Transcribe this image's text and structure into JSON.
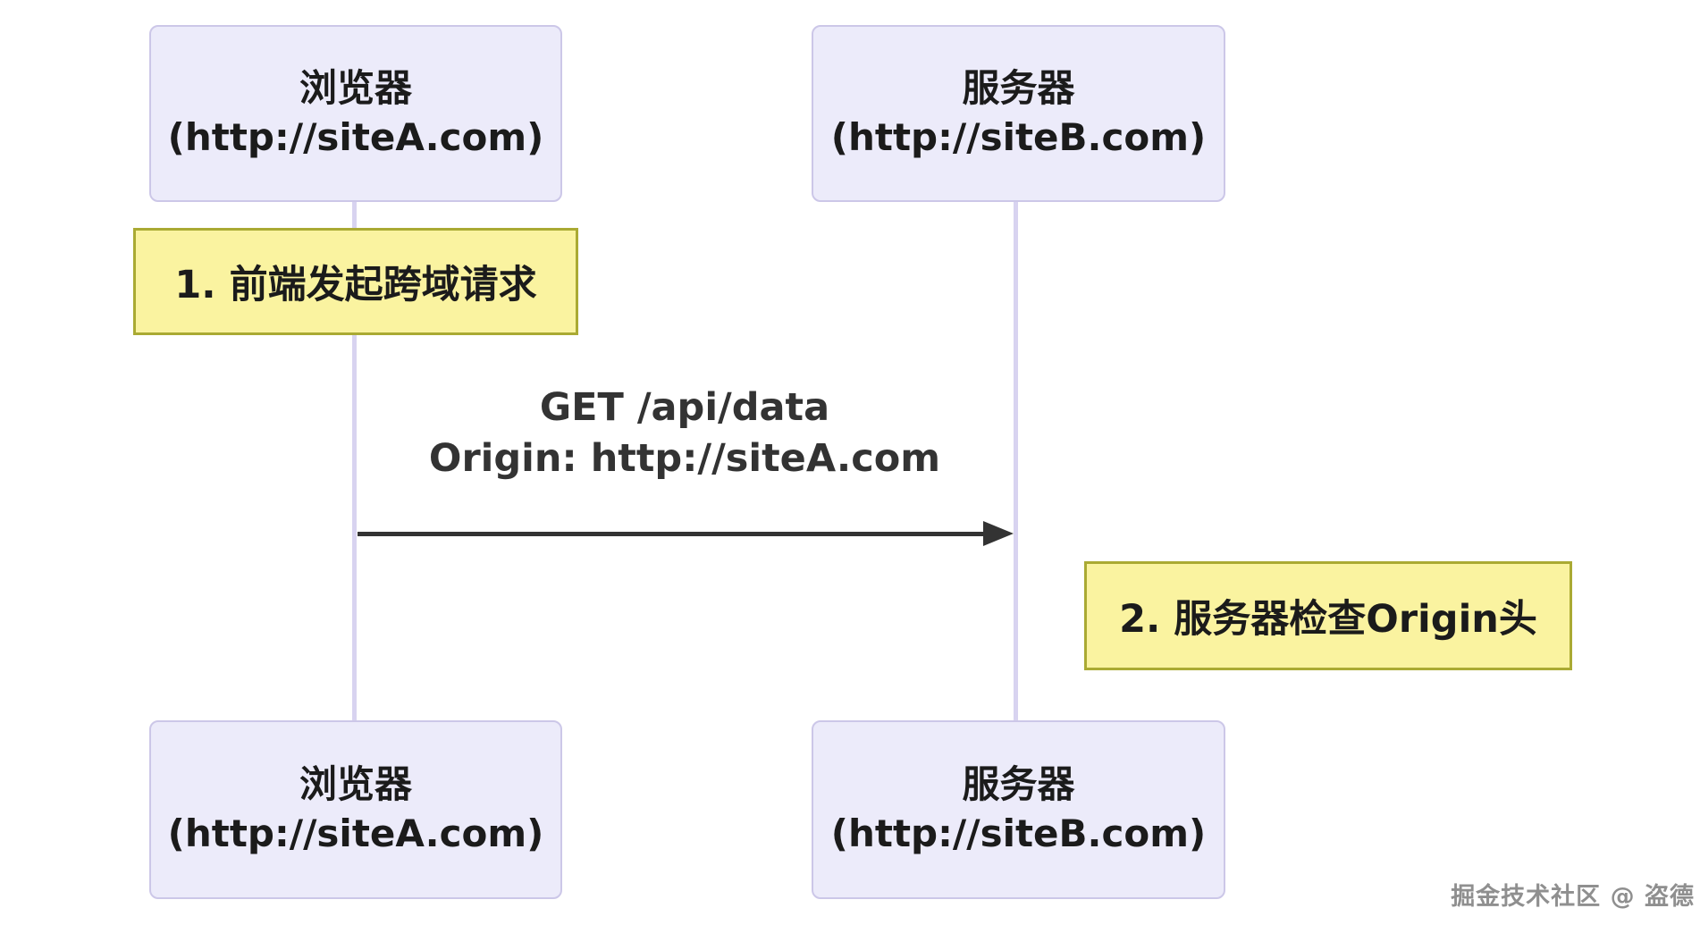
{
  "diagram": {
    "type": "sequence",
    "participants": [
      {
        "title": "浏览器",
        "origin": "(http://siteA.com)"
      },
      {
        "title": "服务器",
        "origin": "(http://siteB.com)"
      }
    ],
    "notes": [
      {
        "label": "1. 前端发起跨域请求"
      },
      {
        "label": "2. 服务器检查Origin头"
      }
    ],
    "messages": [
      {
        "from": "浏览器",
        "to": "服务器",
        "line1": "GET /api/data",
        "line2": "Origin: http://siteA.com",
        "arrow": "solid-filled-head"
      }
    ]
  },
  "watermark": {
    "text": "掘金技术社区 @ 盗德"
  },
  "colors": {
    "actor_fill": "#ECEBFA",
    "actor_border": "#CCC7E8",
    "note_fill": "#FAF3A0",
    "note_border": "#AAAA33",
    "lifeline": "#D8D3F0",
    "arrow": "#333333",
    "text": "#1B1B1B",
    "watermark": "#8F8F8F",
    "bg": "#FFFFFF"
  }
}
